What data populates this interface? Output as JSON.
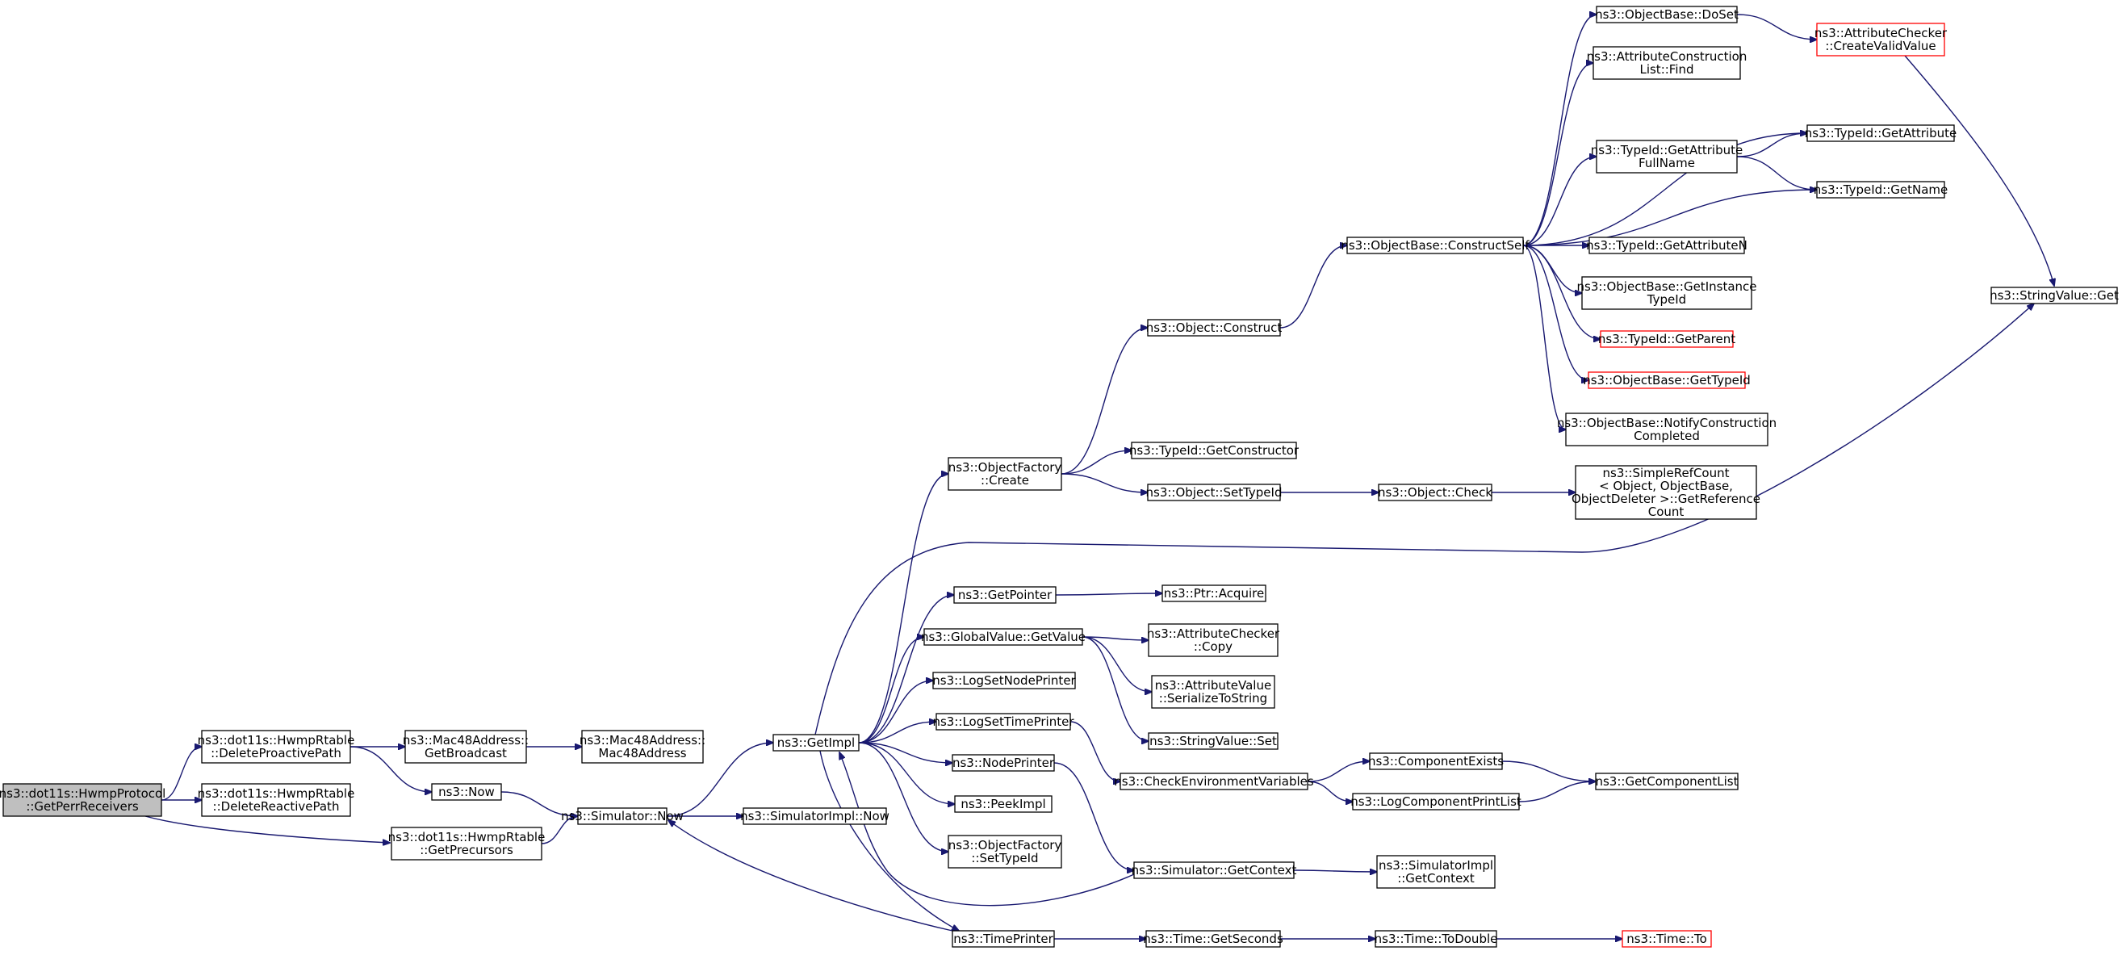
{
  "colors": {
    "edge": "#191970",
    "node_border": "#000000",
    "node_border_truncated": "#ff0000",
    "focus_fill": "#bfbfbf",
    "node_fill": "#ffffff"
  },
  "nodes": [
    {
      "id": "root",
      "lines": [
        "ns3::dot11s::HwmpProtocol",
        "::GetPerrReceivers"
      ],
      "style": "focus"
    },
    {
      "id": "delproactive",
      "lines": [
        "ns3::dot11s::HwmpRtable",
        "::DeleteProactivePath"
      ]
    },
    {
      "id": "delreactive",
      "lines": [
        "ns3::dot11s::HwmpRtable",
        "::DeleteReactivePath"
      ]
    },
    {
      "id": "getprecursors",
      "lines": [
        "ns3::dot11s::HwmpRtable",
        "::GetPrecursors"
      ]
    },
    {
      "id": "getbroadcast",
      "lines": [
        "ns3::Mac48Address::",
        "GetBroadcast"
      ]
    },
    {
      "id": "mac48",
      "lines": [
        "ns3::Mac48Address::",
        "Mac48Address"
      ]
    },
    {
      "id": "now",
      "lines": [
        "ns3::Now"
      ]
    },
    {
      "id": "simnow",
      "lines": [
        "ns3::Simulator::Now"
      ]
    },
    {
      "id": "simimplnow",
      "lines": [
        "ns3::SimulatorImpl::Now"
      ]
    },
    {
      "id": "getimpl",
      "lines": [
        "ns3::GetImpl"
      ]
    },
    {
      "id": "objfactcreate",
      "lines": [
        "ns3::ObjectFactory",
        "::Create"
      ]
    },
    {
      "id": "getpointer",
      "lines": [
        "ns3::GetPointer"
      ]
    },
    {
      "id": "gvgetvalue",
      "lines": [
        "ns3::GlobalValue::GetValue"
      ]
    },
    {
      "id": "logsetnode",
      "lines": [
        "ns3::LogSetNodePrinter"
      ]
    },
    {
      "id": "logsettime",
      "lines": [
        "ns3::LogSetTimePrinter"
      ]
    },
    {
      "id": "nodeprinter",
      "lines": [
        "ns3::NodePrinter"
      ]
    },
    {
      "id": "peekimpl",
      "lines": [
        "ns3::PeekImpl"
      ]
    },
    {
      "id": "objfactsettype",
      "lines": [
        "ns3::ObjectFactory",
        "::SetTypeId"
      ]
    },
    {
      "id": "timeprinter",
      "lines": [
        "ns3::TimePrinter"
      ]
    },
    {
      "id": "objconstruct",
      "lines": [
        "ns3::Object::Construct"
      ]
    },
    {
      "id": "typeidgetctor",
      "lines": [
        "ns3::TypeId::GetConstructor"
      ]
    },
    {
      "id": "objsettype",
      "lines": [
        "ns3::Object::SetTypeId"
      ]
    },
    {
      "id": "ptracquire",
      "lines": [
        "ns3::Ptr::Acquire"
      ]
    },
    {
      "id": "attrcheckcopy",
      "lines": [
        "ns3::AttributeChecker",
        "::Copy"
      ]
    },
    {
      "id": "attrvalser",
      "lines": [
        "ns3::AttributeValue",
        "::SerializeToString"
      ]
    },
    {
      "id": "strvalset",
      "lines": [
        "ns3::StringValue::Set"
      ]
    },
    {
      "id": "checkenv",
      "lines": [
        "ns3::CheckEnvironmentVariables"
      ]
    },
    {
      "id": "simgetctx",
      "lines": [
        "ns3::Simulator::GetContext"
      ]
    },
    {
      "id": "timegetsec",
      "lines": [
        "ns3::Time::GetSeconds"
      ]
    },
    {
      "id": "objbaseconstruct",
      "lines": [
        "ns3::ObjectBase::ConstructSelf"
      ]
    },
    {
      "id": "objcheck",
      "lines": [
        "ns3::Object::Check"
      ]
    },
    {
      "id": "simplerefcount",
      "lines": [
        "ns3::SimpleRefCount",
        "< Object, ObjectBase,",
        "ObjectDeleter >::GetReference",
        "Count"
      ]
    },
    {
      "id": "compexists",
      "lines": [
        "ns3::ComponentExists"
      ]
    },
    {
      "id": "logcompprint",
      "lines": [
        "ns3::LogComponentPrintList"
      ]
    },
    {
      "id": "simimplctx",
      "lines": [
        "ns3::SimulatorImpl",
        "::GetContext"
      ]
    },
    {
      "id": "timetodouble",
      "lines": [
        "ns3::Time::ToDouble"
      ]
    },
    {
      "id": "objbasedoset",
      "lines": [
        "ns3::ObjectBase::DoSet"
      ]
    },
    {
      "id": "attrconstrfind",
      "lines": [
        "ns3::AttributeConstruction",
        "List::Find"
      ]
    },
    {
      "id": "typeidattrfull",
      "lines": [
        "ns3::TypeId::GetAttribute",
        "FullName"
      ]
    },
    {
      "id": "typeidattrn",
      "lines": [
        "ns3::TypeId::GetAttributeN"
      ]
    },
    {
      "id": "objbaseinst",
      "lines": [
        "ns3::ObjectBase::GetInstance",
        "TypeId"
      ]
    },
    {
      "id": "typeidparent",
      "lines": [
        "ns3::TypeId::GetParent"
      ],
      "style": "red"
    },
    {
      "id": "objbasetypeid",
      "lines": [
        "ns3::ObjectBase::GetTypeId"
      ],
      "style": "red"
    },
    {
      "id": "objbasenotify",
      "lines": [
        "ns3::ObjectBase::NotifyConstruction",
        "Completed"
      ]
    },
    {
      "id": "getcomplist",
      "lines": [
        "ns3::GetComponentList"
      ]
    },
    {
      "id": "timeto",
      "lines": [
        "ns3::Time::To"
      ],
      "style": "red"
    },
    {
      "id": "attrcheckcreate",
      "lines": [
        "ns3::AttributeChecker",
        "::CreateValidValue"
      ],
      "style": "red"
    },
    {
      "id": "typeidgetattr",
      "lines": [
        "ns3::TypeId::GetAttribute"
      ]
    },
    {
      "id": "typeidgetname",
      "lines": [
        "ns3::TypeId::GetName"
      ]
    },
    {
      "id": "strvalget",
      "lines": [
        "ns3::StringValue::Get"
      ]
    }
  ],
  "edges": [
    [
      "root",
      "delproactive"
    ],
    [
      "root",
      "delreactive"
    ],
    [
      "root",
      "getprecursors"
    ],
    [
      "delproactive",
      "getbroadcast"
    ],
    [
      "delproactive",
      "now"
    ],
    [
      "getbroadcast",
      "mac48"
    ],
    [
      "now",
      "simnow"
    ],
    [
      "getprecursors",
      "simnow"
    ],
    [
      "simnow",
      "simimplnow"
    ],
    [
      "simnow",
      "getimpl"
    ],
    [
      "getimpl",
      "objfactcreate"
    ],
    [
      "getimpl",
      "getpointer"
    ],
    [
      "getimpl",
      "gvgetvalue"
    ],
    [
      "getimpl",
      "logsetnode"
    ],
    [
      "getimpl",
      "logsettime"
    ],
    [
      "getimpl",
      "nodeprinter"
    ],
    [
      "getimpl",
      "peekimpl"
    ],
    [
      "getimpl",
      "objfactsettype"
    ],
    [
      "getimpl",
      "timeprinter"
    ],
    [
      "getimpl",
      "strvalget"
    ],
    [
      "timeprinter",
      "simnow"
    ],
    [
      "timeprinter",
      "timegetsec"
    ],
    [
      "objfactcreate",
      "objconstruct"
    ],
    [
      "objfactcreate",
      "typeidgetctor"
    ],
    [
      "objfactcreate",
      "objsettype"
    ],
    [
      "getpointer",
      "ptracquire"
    ],
    [
      "gvgetvalue",
      "attrcheckcopy"
    ],
    [
      "gvgetvalue",
      "attrvalser"
    ],
    [
      "gvgetvalue",
      "strvalset"
    ],
    [
      "logsettime",
      "checkenv"
    ],
    [
      "nodeprinter",
      "simgetctx"
    ],
    [
      "simgetctx",
      "getimpl"
    ],
    [
      "simgetctx",
      "simimplctx"
    ],
    [
      "objconstruct",
      "objbaseconstruct"
    ],
    [
      "objsettype",
      "objcheck"
    ],
    [
      "objcheck",
      "simplerefcount"
    ],
    [
      "checkenv",
      "compexists"
    ],
    [
      "checkenv",
      "logcompprint"
    ],
    [
      "compexists",
      "getcomplist"
    ],
    [
      "logcompprint",
      "getcomplist"
    ],
    [
      "timegetsec",
      "timetodouble"
    ],
    [
      "timetodouble",
      "timeto"
    ],
    [
      "objbaseconstruct",
      "objbasedoset"
    ],
    [
      "objbaseconstruct",
      "attrconstrfind"
    ],
    [
      "objbaseconstruct",
      "typeidgetattr"
    ],
    [
      "objbaseconstruct",
      "typeidattrfull"
    ],
    [
      "objbaseconstruct",
      "typeidgetname"
    ],
    [
      "objbaseconstruct",
      "typeidattrn"
    ],
    [
      "objbaseconstruct",
      "objbaseinst"
    ],
    [
      "objbaseconstruct",
      "typeidparent"
    ],
    [
      "objbaseconstruct",
      "objbasetypeid"
    ],
    [
      "objbaseconstruct",
      "objbasenotify"
    ],
    [
      "objbasedoset",
      "attrcheckcreate"
    ],
    [
      "attrcheckcreate",
      "strvalget"
    ],
    [
      "typeidattrfull",
      "typeidgetattr"
    ],
    [
      "typeidattrfull",
      "typeidgetname"
    ]
  ]
}
